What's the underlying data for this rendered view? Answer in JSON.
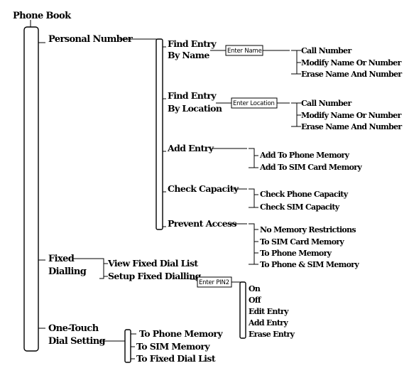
{
  "title": "Phone Book",
  "personal_number": {
    "label": "Personal Number",
    "find_by_name": {
      "line1": "Find Entry",
      "line2": "By Name",
      "prompt": "Enter Name",
      "options": [
        "Call Number",
        "Modify Name Or Number",
        "Erase Name And Number"
      ]
    },
    "find_by_location": {
      "line1": "Find Entry",
      "line2": "By Location",
      "prompt": "Enter Location",
      "options": [
        "Call Number",
        "Modify Name Or Number",
        "Erase Name And Number"
      ]
    },
    "add_entry": {
      "label": "Add Entry",
      "options": [
        "Add To Phone Memory",
        "Add To SIM Card Memory"
      ]
    },
    "check_capacity": {
      "label": "Check Capacity",
      "options": [
        "Check Phone Capacity",
        "Check SIM Capacity"
      ]
    },
    "prevent_access": {
      "label": "Prevent Access",
      "options": [
        "No Memory Restrictions",
        "To SIM Card Memory",
        "To Phone Memory",
        "To Phone & SIM Memory"
      ]
    }
  },
  "fixed_dialling": {
    "line1": "Fixed",
    "line2": "Dialling",
    "view": "View Fixed Dial List",
    "setup": "Setup Fixed Dialling",
    "prompt": "Enter PIN2",
    "options": [
      "On",
      "Off",
      "Edit Entry",
      "Add Entry",
      "Erase Entry"
    ]
  },
  "one_touch": {
    "line1": "One-Touch",
    "line2": "Dial Setting",
    "options": [
      "To Phone Memory",
      "To SIM Memory",
      "To Fixed Dial List"
    ]
  }
}
